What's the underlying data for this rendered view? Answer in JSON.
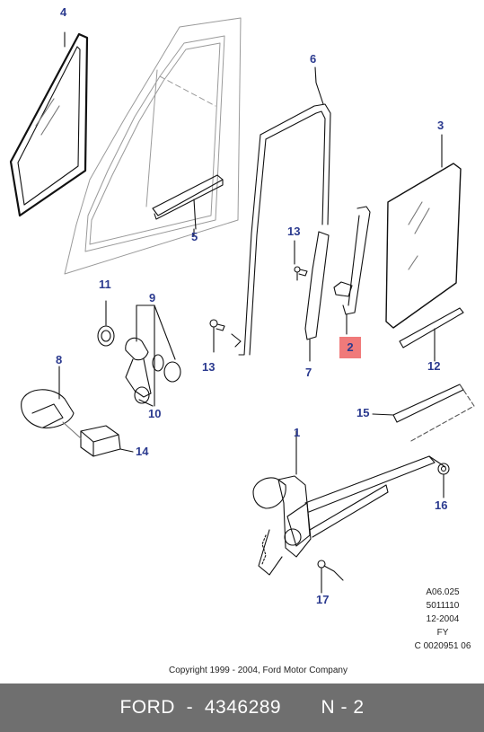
{
  "diagram": {
    "callouts": {
      "c1": "1",
      "c2": "2",
      "c3": "3",
      "c4": "4",
      "c5": "5",
      "c6": "6",
      "c7": "7",
      "c8": "8",
      "c9": "9",
      "c10": "10",
      "c11": "11",
      "c12": "12",
      "c13a": "13",
      "c13b": "13",
      "c14": "14",
      "c15": "15",
      "c16": "16",
      "c17": "17"
    },
    "highlighted_callout": "2",
    "highlight_color": "#f07a7a",
    "callout_color": "#2b3a8f",
    "reference": {
      "line1": "A06.025",
      "line2": "5011110",
      "line3": "12-2004",
      "line4": "FY",
      "line5": "C 0020951 06"
    },
    "copyright": "Copyright 1999 - 2004, Ford Motor Company"
  },
  "footer": {
    "brand": "FORD",
    "dash": "-",
    "part_number": "4346289",
    "position": "N - 2",
    "background": "#6f6f6f"
  }
}
